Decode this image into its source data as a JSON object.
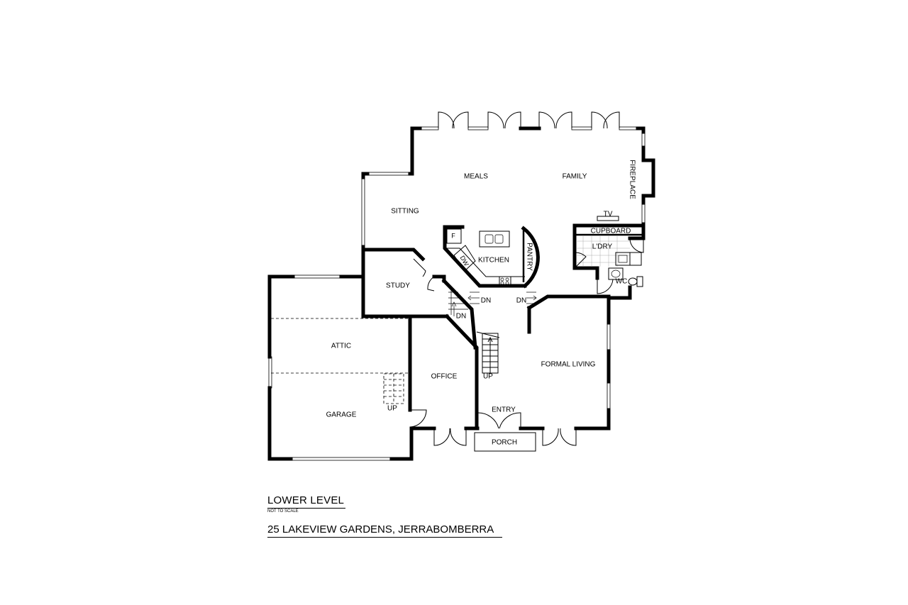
{
  "plan": {
    "rooms": {
      "meals": "MEALS",
      "family": "FAMILY",
      "fireplace": "FIREPLACE",
      "sitting": "SITTING",
      "tv": "TV",
      "cupboard": "CUPBOARD",
      "fridge": "F",
      "pantry": "PANTRY",
      "laundry": "L'DRY",
      "dishwasher": "DW",
      "kitchen": "KITCHEN",
      "study": "STUDY",
      "wc": "WC",
      "down_1": "DN",
      "down_2": "DN",
      "down_3": "DN",
      "attic": "ATTIC",
      "office": "OFFICE",
      "formal_living": "FORMAL LIVING",
      "up_stairs": "UP",
      "up_garage": "UP",
      "garage": "GARAGE",
      "entry": "ENTRY",
      "porch": "PORCH"
    }
  },
  "caption": {
    "level": "LOWER LEVEL",
    "scale_note": "NOT TO SCALE",
    "address": "25 LAKEVIEW GARDENS, JERRABOMBERRA"
  }
}
